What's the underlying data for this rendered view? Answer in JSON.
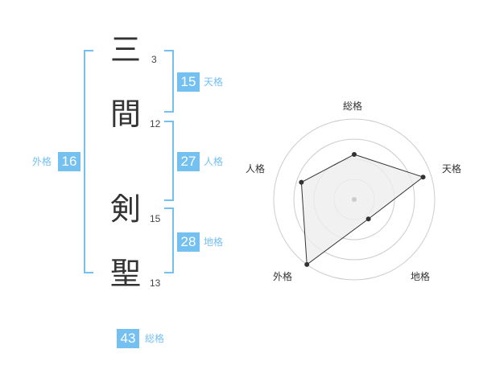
{
  "name": {
    "chars": [
      {
        "char": "三",
        "strokes": "3"
      },
      {
        "char": "間",
        "strokes": "12"
      },
      {
        "char": "剣",
        "strokes": "15"
      },
      {
        "char": "聖",
        "strokes": "13"
      }
    ]
  },
  "kaku": {
    "tenkaku": {
      "value": "15",
      "label": "天格"
    },
    "jinkaku": {
      "value": "27",
      "label": "人格"
    },
    "chikaku": {
      "value": "28",
      "label": "地格"
    },
    "gaikaku": {
      "value": "16",
      "label": "外格"
    },
    "soukaku": {
      "value": "43",
      "label": "総格"
    }
  },
  "chart_data": {
    "type": "radar",
    "axes": [
      "総格",
      "天格",
      "地格",
      "外格",
      "人格"
    ],
    "values": [
      0.56,
      0.9,
      0.3,
      1.0,
      0.69
    ],
    "rings": 4,
    "colors": {
      "line": "#333333",
      "fill": "#eeeeee",
      "grid": "#cccccc",
      "accent": "#74c0f0"
    }
  }
}
